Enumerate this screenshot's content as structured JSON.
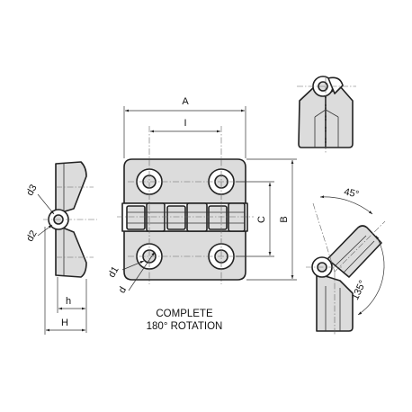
{
  "labels": {
    "A": "A",
    "I": "I",
    "B": "B",
    "C": "C",
    "H": "H",
    "h": "h",
    "d": "d",
    "d1": "d1",
    "d2": "d2",
    "d3": "d3",
    "angle_45": "45°",
    "angle_135": "135°"
  },
  "caption": {
    "line1": "COMPLETE",
    "line2": "180° ROTATION"
  }
}
